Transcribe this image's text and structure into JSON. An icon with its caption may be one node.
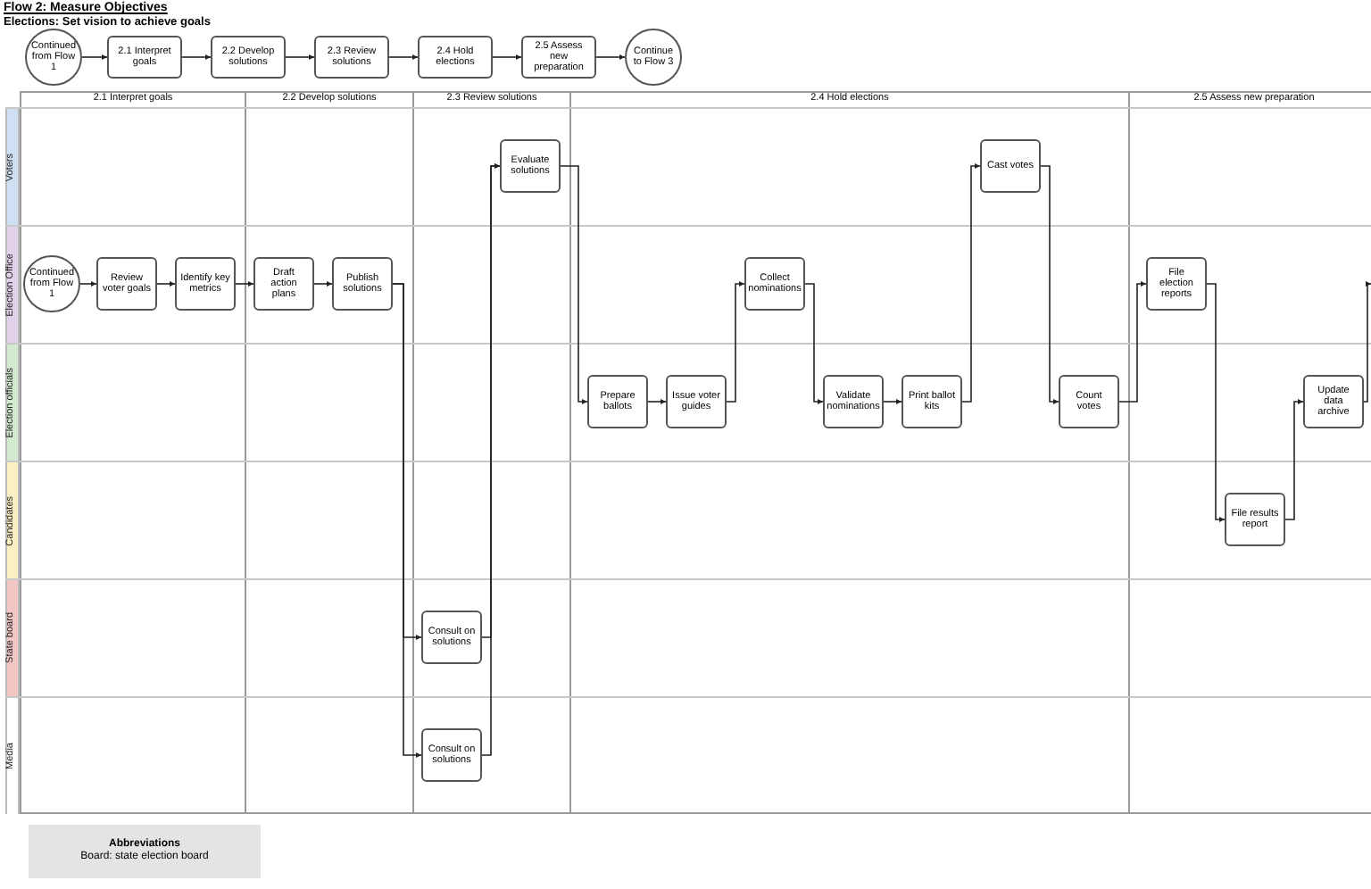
{
  "diagram": {
    "title": "Flow 2: Measure Objectives",
    "nodes": [
      {
        "text": [
          "Continued from Flow 1"
        ]
      },
      {
        "text": [
          "2.1 Interpret goals"
        ]
      },
      {
        "text": [
          "2.2 Develop solutions"
        ]
      },
      {
        "text": [
          "2.3 Review solutions"
        ]
      },
      {
        "text": [
          "2.4 Hold elections"
        ]
      },
      {
        "text": [
          "2.5 Assess new preparation"
        ]
      },
      {
        "text": [
          "Continue to Flow 3"
        ]
      },
      {
        "text": [
          "Continued from Flow 1"
        ]
      },
      {
        "text": [
          "Review voter goals"
        ]
      },
      {
        "text": [
          "Identify key metrics"
        ]
      },
      {
        "text": [
          "Draft action plans"
        ]
      },
      {
        "text": [
          "Publish solutions"
        ]
      },
      {
        "text": [
          "Consult on solutions"
        ]
      },
      {
        "text": [
          "Consult on solutions"
        ]
      },
      {
        "text": [
          "Evaluate solutions"
        ]
      },
      {
        "text": [
          "Prepare ballots"
        ]
      },
      {
        "text": [
          "Issue voter guides"
        ]
      },
      {
        "text": [
          "Collect nominations"
        ]
      },
      {
        "text": [
          "Validate nominations"
        ]
      },
      {
        "text": [
          "Print ballot kits"
        ]
      },
      {
        "text": [
          "Cast votes"
        ]
      },
      {
        "text": [
          "Count votes"
        ]
      },
      {
        "text": [
          "File election reports"
        ]
      },
      {
        "text": [
          "File results report"
        ]
      },
      {
        "text": [
          "Update data archive"
        ]
      },
      {
        "text": [
          "Abbreviations",
          "Board: state election board"
        ]
      }
    ],
    "edges": [
      {
        "from": 0,
        "to": 1,
        "arrow": "to"
      },
      {
        "from": 1,
        "to": 2,
        "arrow": "to"
      },
      {
        "from": 2,
        "to": 3,
        "arrow": "to"
      },
      {
        "from": 3,
        "to": 4,
        "arrow": "to"
      },
      {
        "from": 4,
        "to": 5,
        "arrow": "to"
      },
      {
        "from": 5,
        "to": 6,
        "arrow": "to"
      },
      {
        "from": 7,
        "to": 8,
        "arrow": "to"
      },
      {
        "from": 8,
        "to": 9,
        "arrow": "to"
      },
      {
        "from": 9,
        "to": 10,
        "arrow": "to"
      },
      {
        "from": 10,
        "to": 11,
        "arrow": "to"
      },
      {
        "from": 11,
        "to": 12,
        "arrow": "to"
      },
      {
        "from": 11,
        "to": 13,
        "arrow": "to"
      },
      {
        "from": 12,
        "to": 14,
        "arrow": "to"
      },
      {
        "from": 13,
        "to": 14,
        "arrow": "to"
      },
      {
        "from": 14,
        "to": 15,
        "arrow": "to"
      },
      {
        "from": 15,
        "to": 16,
        "arrow": "to"
      },
      {
        "from": 16,
        "to": 17,
        "arrow": "to"
      },
      {
        "from": 17,
        "to": 18,
        "arrow": "to"
      },
      {
        "from": 18,
        "to": 19,
        "arrow": "to"
      },
      {
        "from": 19,
        "to": 20,
        "arrow": "to"
      },
      {
        "from": 20,
        "to": 21,
        "arrow": "to"
      },
      {
        "from": 21,
        "to": 22,
        "arrow": "to"
      },
      {
        "from": 22,
        "to": 23,
        "arrow": "to"
      },
      {
        "from": 23,
        "to": 24,
        "arrow": "to"
      },
      {
        "from": 24,
        "to": null,
        "arrow": "to"
      }
    ],
    "labels": [
      "Elections: Set vision to achieve goals",
      "2.1 Interpret goals",
      "2.2 Develop solutions",
      "2.3 Review solutions",
      "2.4 Hold elections",
      "2.5 Assess new preparation",
      "Voters",
      "Election Office",
      "Election officials",
      "Candidates",
      "State board",
      "Media"
    ]
  }
}
